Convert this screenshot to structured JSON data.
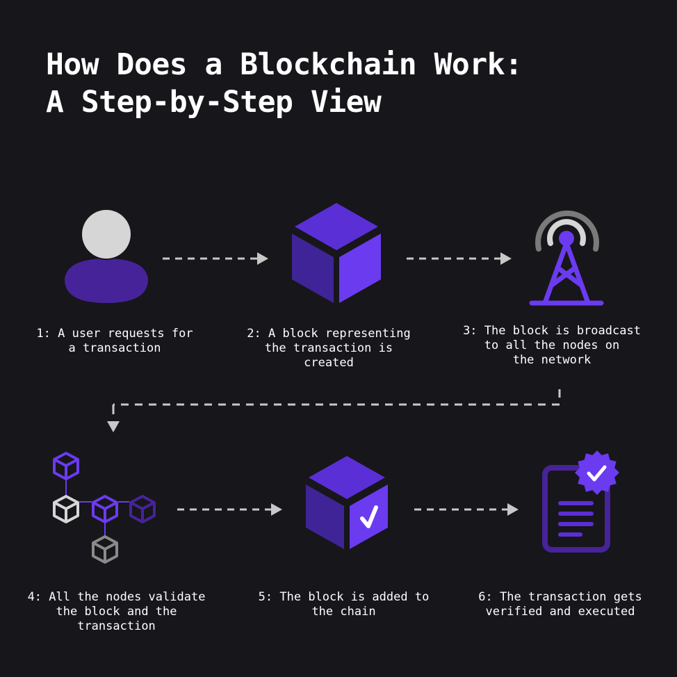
{
  "title": {
    "line1": "How Does a Blockchain Work:",
    "line2": "A Step-by-Step View"
  },
  "steps": [
    {
      "caption": "1: A user requests for\na transaction",
      "icon": "user-icon"
    },
    {
      "caption": "2: A block representing\nthe transaction is\ncreated",
      "icon": "cube-icon"
    },
    {
      "caption": "3: The block is broadcast\nto all the nodes on\nthe network",
      "icon": "broadcast-tower-icon"
    },
    {
      "caption": "4: All the nodes validate\nthe block and the\ntransaction",
      "icon": "node-network-icon"
    },
    {
      "caption": "5: The block is added to\nthe chain",
      "icon": "cube-check-icon"
    },
    {
      "caption": "6: The transaction gets\nverified and executed",
      "icon": "document-check-icon"
    }
  ],
  "colors": {
    "background": "#17161b",
    "purple_light": "#6b3bf0",
    "purple_mid": "#5b2fd6",
    "purple_dark": "#3f2497",
    "gray_light": "#d9d9d9",
    "gray_mid": "#8a8a8a",
    "arrow": "#c8c8c8"
  }
}
